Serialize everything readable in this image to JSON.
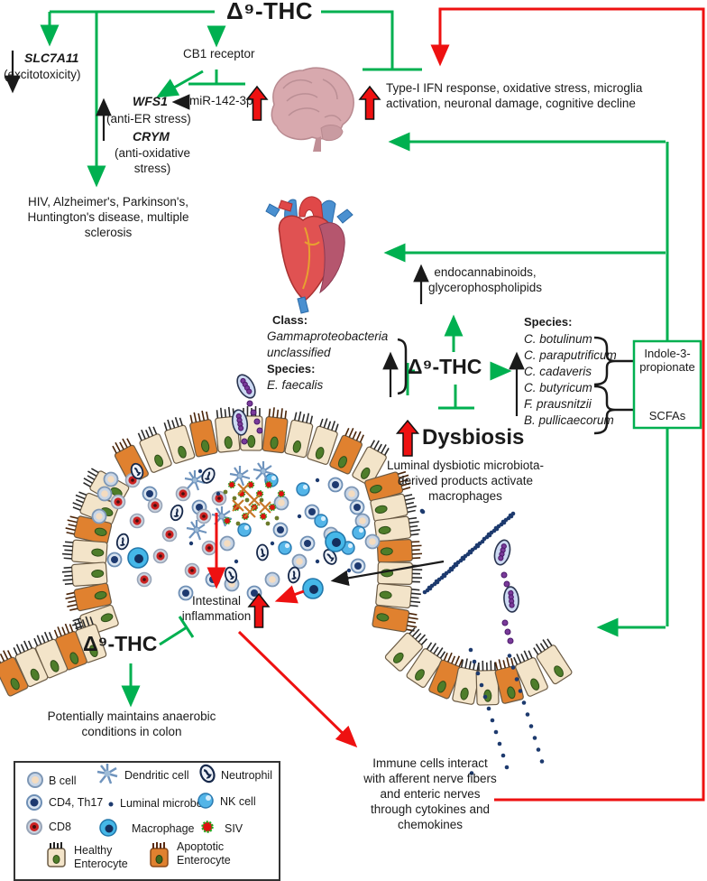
{
  "colors": {
    "green": "#00b050",
    "red": "#ff0000",
    "black": "#1a1a1a",
    "purple": "#7a3a9a"
  },
  "thc": {
    "label": "Δ⁹-THC"
  },
  "brain_pathway": {
    "slc7a11": "SLC7A11",
    "excitotoxicity": "(excitotoxicity)",
    "cb1_receptor": "CB1 receptor",
    "wfs1": "WFS1",
    "mir": "miR-142-3p",
    "anti_er": "(anti-ER stress)",
    "crym": "CRYM",
    "anti_ox": "(anti-oxidative stress)",
    "diseases": "HIV, Alzheimer's, Parkinson's, Huntington's disease, multiple sclerosis",
    "ifn": "Type-I IFN response, oxidative stress, microglia activation, neuronal damage, cognitive decline"
  },
  "heart_pathway": {
    "endocannabinoids": "endocannabinoids, glycerophospholipids"
  },
  "microbiome": {
    "class_label": "Class:",
    "class_value": "Gammaproteobacteria",
    "class_value2": "unclassified",
    "species_label": "Species:",
    "species_left": "E. faecalis",
    "species_right": [
      "C. botulinum",
      "C. paraputrificum",
      "C. cadaveris",
      "C. butyricum",
      "F. prausnitzii",
      "B. pullicaecorum"
    ],
    "indole": "Indole-3-propionate",
    "scfas": "SCFAs",
    "dysbiosis": "Dysbiosis",
    "luminal_products": "Luminal dysbiotic microbiota-derived products activate macrophages"
  },
  "gut": {
    "inflammation": "Intestinal inflammation",
    "anaerobic": "Potentially maintains anaerobic conditions in colon",
    "immune_interaction": "Immune cells interact with afferent nerve fibers and enteric nerves through cytokines and chemokines"
  },
  "legend": {
    "items": [
      {
        "label": "B cell",
        "icon": "b-cell-icon"
      },
      {
        "label": "CD4, Th17",
        "icon": "cd4-th17-icon"
      },
      {
        "label": "CD8",
        "icon": "cd8-icon"
      },
      {
        "label": "Dendritic cell",
        "icon": "dendritic-cell-icon"
      },
      {
        "label": "Luminal microbes",
        "icon": "luminal-microbes-icon"
      },
      {
        "label": "Macrophage",
        "icon": "macrophage-icon"
      },
      {
        "label": "Neutrophil",
        "icon": "neutrophil-icon"
      },
      {
        "label": "NK cell",
        "icon": "nk-cell-icon"
      },
      {
        "label": "SIV",
        "icon": "siv-icon"
      },
      {
        "label": "Healthy Enterocyte",
        "icon": "healthy-enterocyte-icon"
      },
      {
        "label": "Apoptotic Enterocyte",
        "icon": "apoptotic-enterocyte-icon"
      }
    ]
  }
}
